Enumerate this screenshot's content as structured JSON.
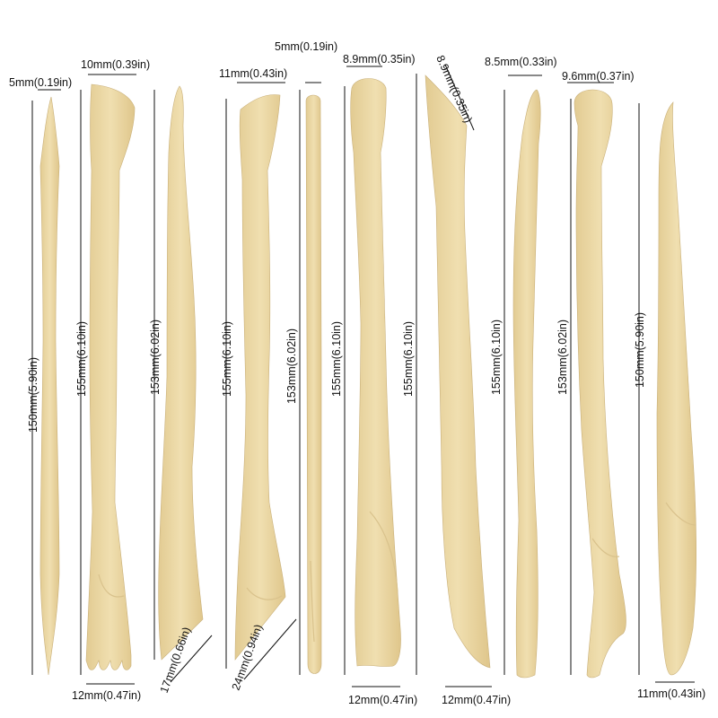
{
  "tool_color": "#ebd7a3",
  "tool_edge_color": "#c9b07a",
  "tools": [
    {
      "name": "tool-1",
      "top_width": "5mm(0.19in)",
      "length": "150mm(5.90in)"
    },
    {
      "name": "tool-2",
      "top_width": "10mm(0.39in)",
      "length": "155mm(6.10in)",
      "bottom_width": "12mm(0.47in)"
    },
    {
      "name": "tool-3",
      "length": "153mm(6.02in)",
      "bottom_width": "17mm(0.66in)"
    },
    {
      "name": "tool-4",
      "top_width": "11mm(0.43in)",
      "length": "155mm(6.10in)",
      "bottom_width": "24mm(0.94in)"
    },
    {
      "name": "tool-5",
      "top_width": "5mm(0.19in)",
      "length": "153mm(6.02in)"
    },
    {
      "name": "tool-6",
      "top_width": "8.9mm(0.35in)",
      "length": "155mm(6.10in)",
      "bottom_width": "12mm(0.47in)"
    },
    {
      "name": "tool-7",
      "top_width": "8.9mm(0.35in)",
      "length": "155mm(6.10in)",
      "bottom_width": "12mm(0.47in)"
    },
    {
      "name": "tool-8",
      "top_width": "8.5mm(0.33in)",
      "length": "155mm(6.10in)"
    },
    {
      "name": "tool-9",
      "top_width": "9.6mm(0.37in)",
      "length": "153mm(6.02in)"
    },
    {
      "name": "tool-10",
      "length": "150mm(5.90in)",
      "bottom_width": "11mm(0.43in)"
    }
  ]
}
